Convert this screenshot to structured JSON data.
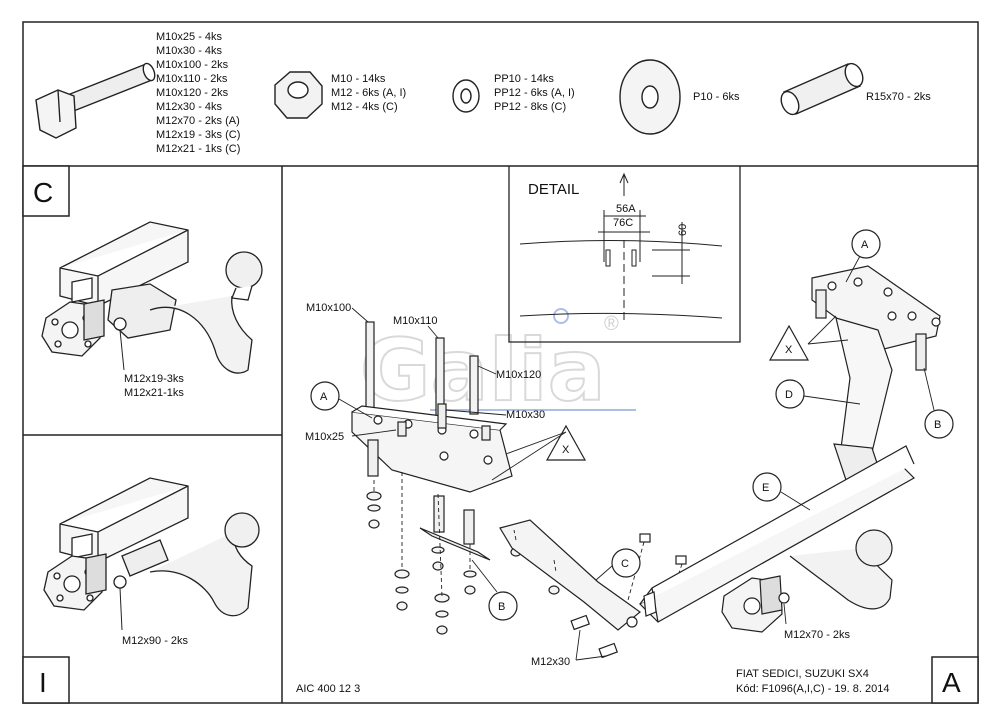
{
  "bolt_list": [
    "M10x25 - 4ks",
    "M10x30 - 4ks",
    "M10x100 - 2ks",
    "M10x110 - 2ks",
    "M10x120 - 2ks",
    "M12x30 - 4ks",
    "M12x70 - 2ks (A)",
    "M12x19 - 3ks (C)",
    "M12x21 - 1ks (C)"
  ],
  "nut_list": [
    "M10 - 14ks",
    "M12 - 6ks (A, I)",
    "M12 - 4ks (C)"
  ],
  "washer_list": [
    "PP10 - 14ks",
    "PP12 - 6ks (A, I)",
    "PP12 - 8ks (C)"
  ],
  "plate_washer_label": "P10 - 6ks",
  "spacer_label": "R15x70 - 2ks",
  "panel_c": {
    "letter": "C",
    "labels": [
      "M12x19-3ks",
      "M12x21-1ks"
    ]
  },
  "panel_i": {
    "letter": "I",
    "label": "M12x90 - 2ks"
  },
  "panel_a": {
    "letter": "A"
  },
  "detail": {
    "title": "DETAIL",
    "dim_a": "56A",
    "dim_c": "76C",
    "dim_h": "60"
  },
  "watermark": {
    "text": "Galia",
    "mark": "®"
  },
  "callouts": {
    "a": "A",
    "b": "B",
    "d": "D",
    "e": "E",
    "x": "X",
    "c": "C"
  },
  "part_labels": {
    "m10x100": "M10x100",
    "m10x110": "M10x110",
    "m10x120": "M10x120",
    "m10x30": "M10x30",
    "m10x25": "M10x25",
    "m12x30": "M12x30",
    "m12x70": "M12x70 - 2ks"
  },
  "footer": {
    "code": "AIC 400 12 3",
    "vehicle": "FIAT SEDICI, SUZUKI SX4",
    "kod": "Kód: F1096(A,I,C) - 19. 8. 2014"
  }
}
